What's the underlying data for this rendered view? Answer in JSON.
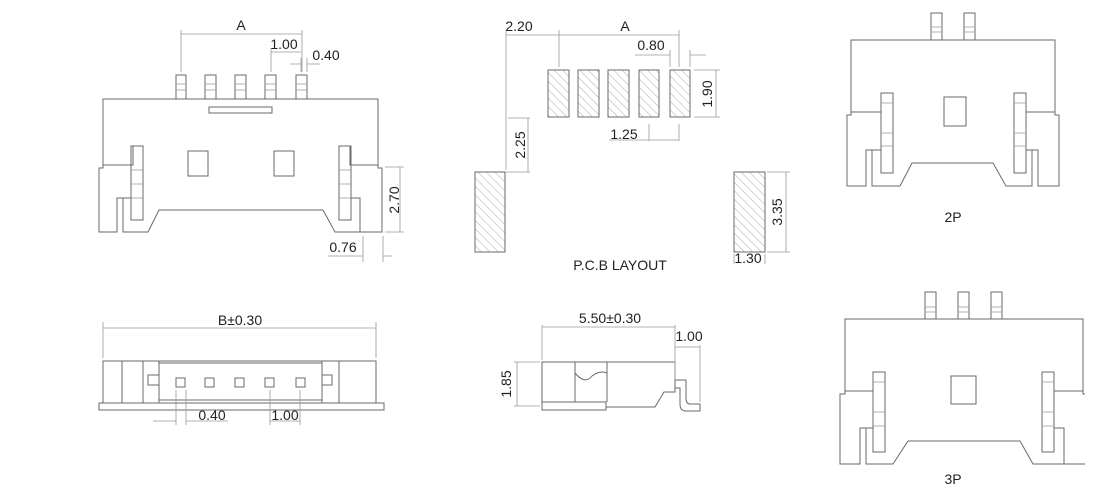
{
  "front_view": {
    "dim_a": "A",
    "dim_pitch": "1.00",
    "dim_pin_width": "0.40",
    "dim_height": "2.70",
    "dim_wing": "0.76"
  },
  "pcb_layout": {
    "title": "P.C.B LAYOUT",
    "dim_offset": "2.20",
    "dim_a": "A",
    "dim_pad_width": "0.80",
    "dim_pad_height": "1.90",
    "dim_pitch": "1.25",
    "dim_vertical": "2.25",
    "dim_big_pad_height": "3.35",
    "dim_big_pad_width": "1.30"
  },
  "bottom_view": {
    "dim_b": "B±0.30",
    "dim_pin": "0.40",
    "dim_pitch": "1.00"
  },
  "side_view": {
    "dim_length": "5.50±0.30",
    "dim_lead": "1.00",
    "dim_height": "1.85"
  },
  "variants": [
    {
      "label": "2P"
    },
    {
      "label": "3P"
    }
  ]
}
